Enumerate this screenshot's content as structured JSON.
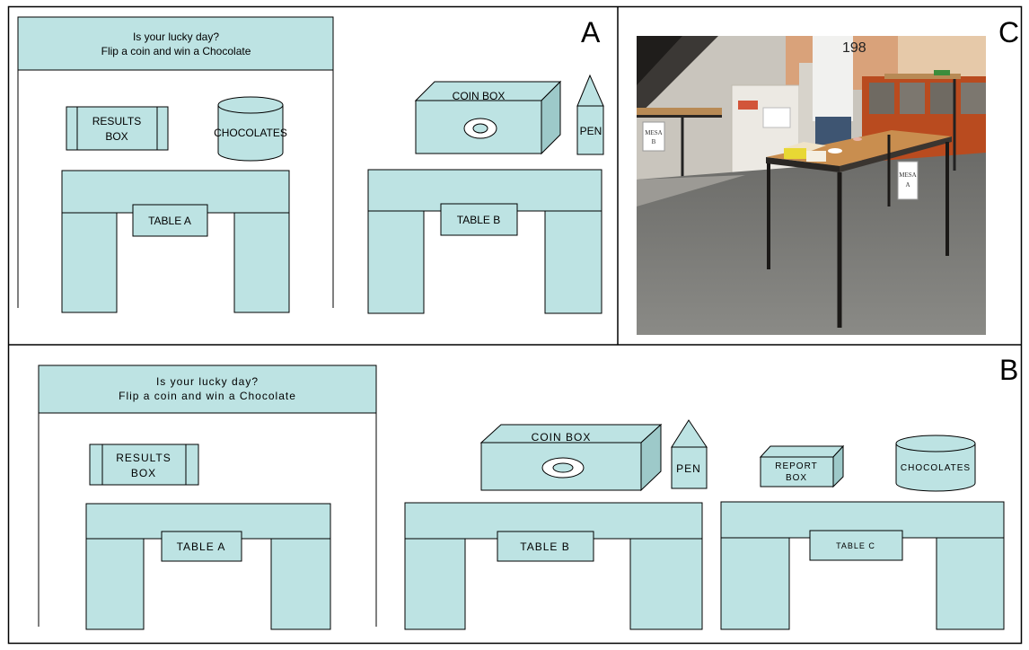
{
  "panels": {
    "a": {
      "letter": "A",
      "banner_line1": "Is your lucky day?",
      "banner_line2": "Flip a coin and win a Chocolate",
      "results_box_line1": "RESULTS",
      "results_box_line2": "BOX",
      "chocolates": "CHOCOLATES",
      "coin_box": "COIN BOX",
      "pen": "PEN",
      "table_a": "TABLE A",
      "table_b": "TABLE B"
    },
    "c": {
      "letter": "C",
      "photo_sign_left": "MESA B",
      "photo_sign_right": "MESA A",
      "shirt_number": "198"
    },
    "b": {
      "letter": "B",
      "banner_line1": "Is your lucky day?",
      "banner_line2": "Flip a coin and win a Chocolate",
      "results_box_line1": "RESULTS",
      "results_box_line2": "BOX",
      "coin_box": "COIN BOX",
      "pen": "PEN",
      "report_box_line1": "REPORT",
      "report_box_line2": "BOX",
      "chocolates": "CHOCOLATES",
      "table_a": "TABLE A",
      "table_b": "TABLE B",
      "table_c": "TABLE C"
    }
  },
  "colors": {
    "shape_fill": "#bde3e3",
    "shape_side": "#9dc9c9",
    "border": "#000000"
  }
}
